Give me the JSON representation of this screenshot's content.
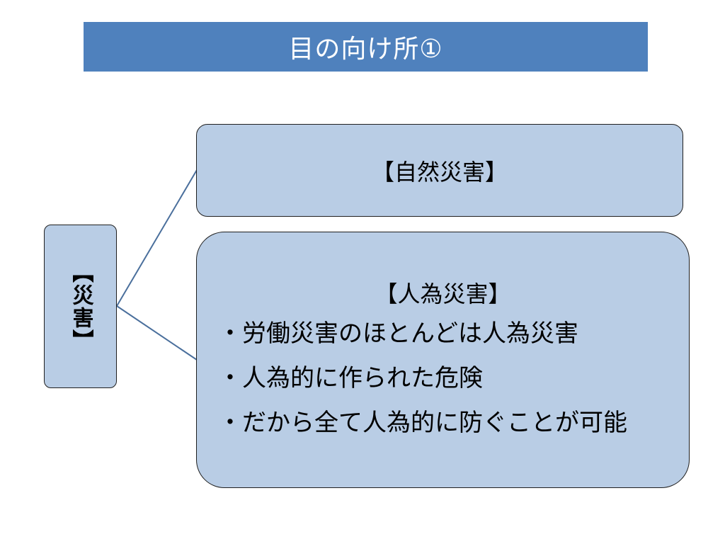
{
  "slide": {
    "title": "目の向け所①"
  },
  "diagram": {
    "root": {
      "label": "【災害】"
    },
    "natural": {
      "heading": "【自然災害】"
    },
    "human": {
      "heading": "【人為災害】",
      "bullets": [
        "・労働災害のほとんどは人為災害",
        "・人為的に作られた危険",
        "・だから全て人為的に防ぐことが可能"
      ]
    }
  },
  "colors": {
    "title_bar": "#4f81bd",
    "box_fill": "#b9cde5",
    "connector": "#4a6f9c"
  }
}
